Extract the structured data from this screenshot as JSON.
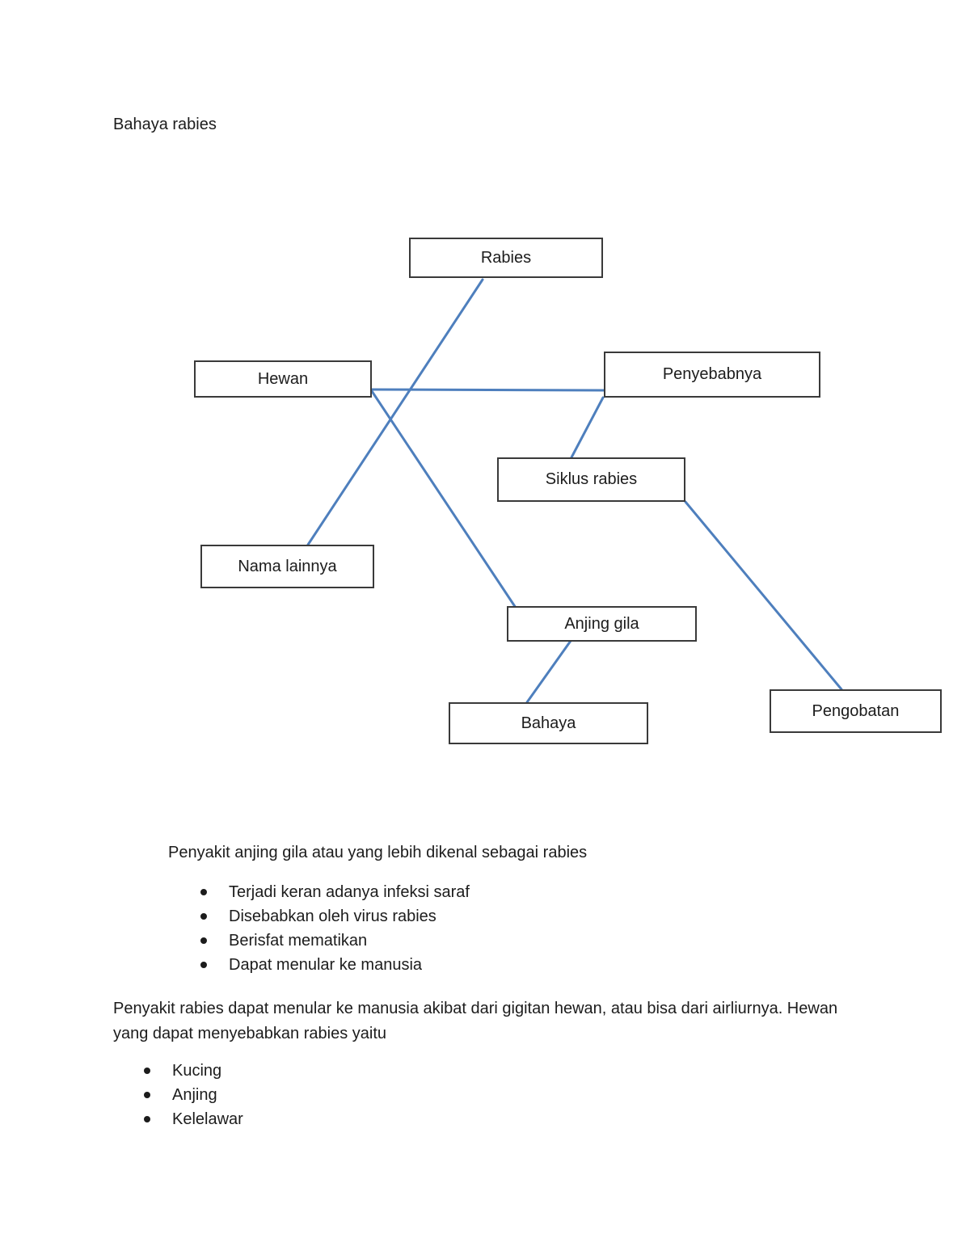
{
  "document": {
    "title": "Bahaya rabies"
  },
  "diagram": {
    "line_color": "#4e7fbd",
    "box_border_color": "#3a3a3a",
    "nodes": {
      "rabies": "Rabies",
      "hewan": "Hewan",
      "penyebabnya": "Penyebabnya",
      "siklus_rabies": "Siklus rabies",
      "nama_lainnya": "Nama lainnya",
      "anjing_gila": "Anjing gila",
      "bahaya": "Bahaya",
      "pengobatan": "Pengobatan"
    },
    "edges": [
      {
        "from": "Rabies",
        "to": "Nama lainnya"
      },
      {
        "from": "Hewan",
        "to": "Penyebabnya"
      },
      {
        "from": "Hewan",
        "to": "Anjing gila"
      },
      {
        "from": "Penyebabnya",
        "to": "Siklus rabies"
      },
      {
        "from": "Siklus rabies",
        "to": "Pengobatan"
      },
      {
        "from": "Anjing gila",
        "to": "Bahaya"
      }
    ]
  },
  "body": {
    "intro_line": "Penyakit anjing gila atau yang lebih dikenal sebagai rabies",
    "rabies_facts": [
      "Terjadi keran adanya infeksi saraf",
      "Disebabkan oleh virus rabies",
      "Berisfat mematikan",
      "Dapat menular ke manusia"
    ],
    "transmission_paragraph_lines": [
      "Penyakit rabies dapat menular ke manusia akibat dari gigitan hewan, atau bisa dari airliurnya. Hewan",
      "yang dapat menyebabkan rabies yaitu"
    ],
    "animals": [
      "Kucing",
      "Anjing",
      "Kelelawar"
    ]
  }
}
